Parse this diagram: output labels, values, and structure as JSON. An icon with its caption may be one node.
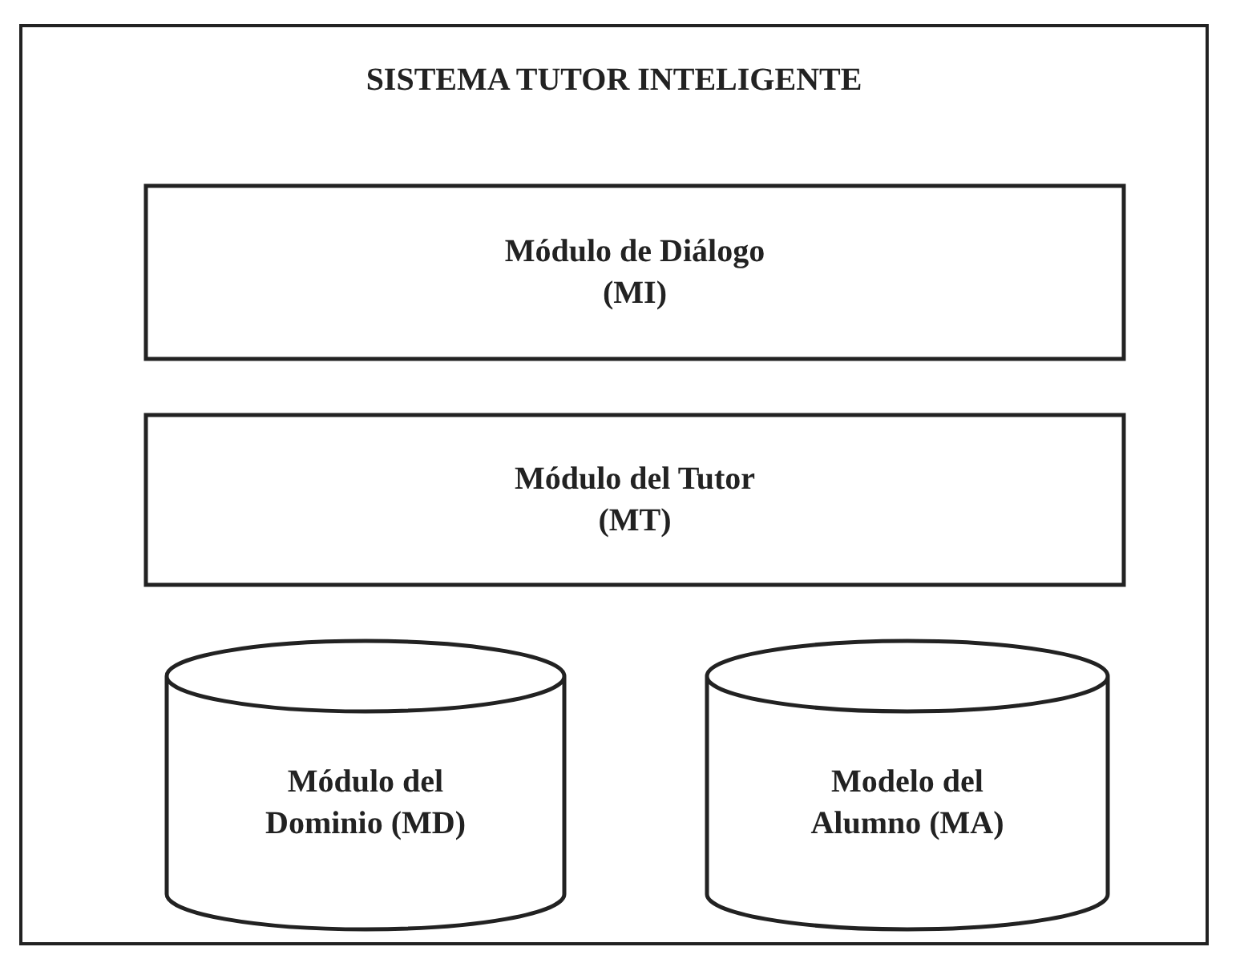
{
  "diagram": {
    "nodes": [
      {
        "text": [
          "SISTEMA TUTOR INTELIGENTE"
        ]
      },
      {
        "text": [
          "Módulo de Diálogo (MI)"
        ],
        "in": 0
      },
      {
        "text": [
          "Módulo del Tutor (MT)"
        ],
        "in": 0
      },
      {
        "text": [
          "Módulo del Dominio (MD)"
        ],
        "in": 0
      },
      {
        "text": [
          "Modelo del Alumno (MA)"
        ],
        "in": 0
      }
    ]
  }
}
